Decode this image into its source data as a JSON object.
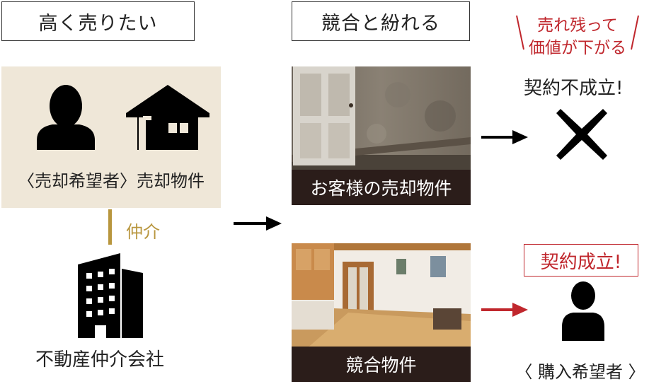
{
  "labels": {
    "left_header": "高く売りたい",
    "center_header": "競合と紛れる",
    "seller_label": "〈売却希望者〉売却物件",
    "mediation": "仲介",
    "agency": "不動産仲介会社",
    "photo1_caption": "お客様の売却物件",
    "photo2_caption": "競合物件",
    "sold_remaining_line1": "売れ残って",
    "sold_remaining_line2": "価値が下がる",
    "contract_failed": "契約不成立!",
    "contract_success": "契約成立!",
    "buyer_label": "〈 購入希望者 〉"
  },
  "icons": {
    "seller": "person-icon",
    "property": "house-icon",
    "agency": "office-building-icon",
    "fail_mark": "cross-icon",
    "buyer": "person-icon"
  },
  "colors": {
    "panel_bg": "#efe7d8",
    "mediation_gold": "#b8963e",
    "accent_red": "#c0272d",
    "caption_bg": "#2b1d1a",
    "icon_black": "#000000"
  }
}
